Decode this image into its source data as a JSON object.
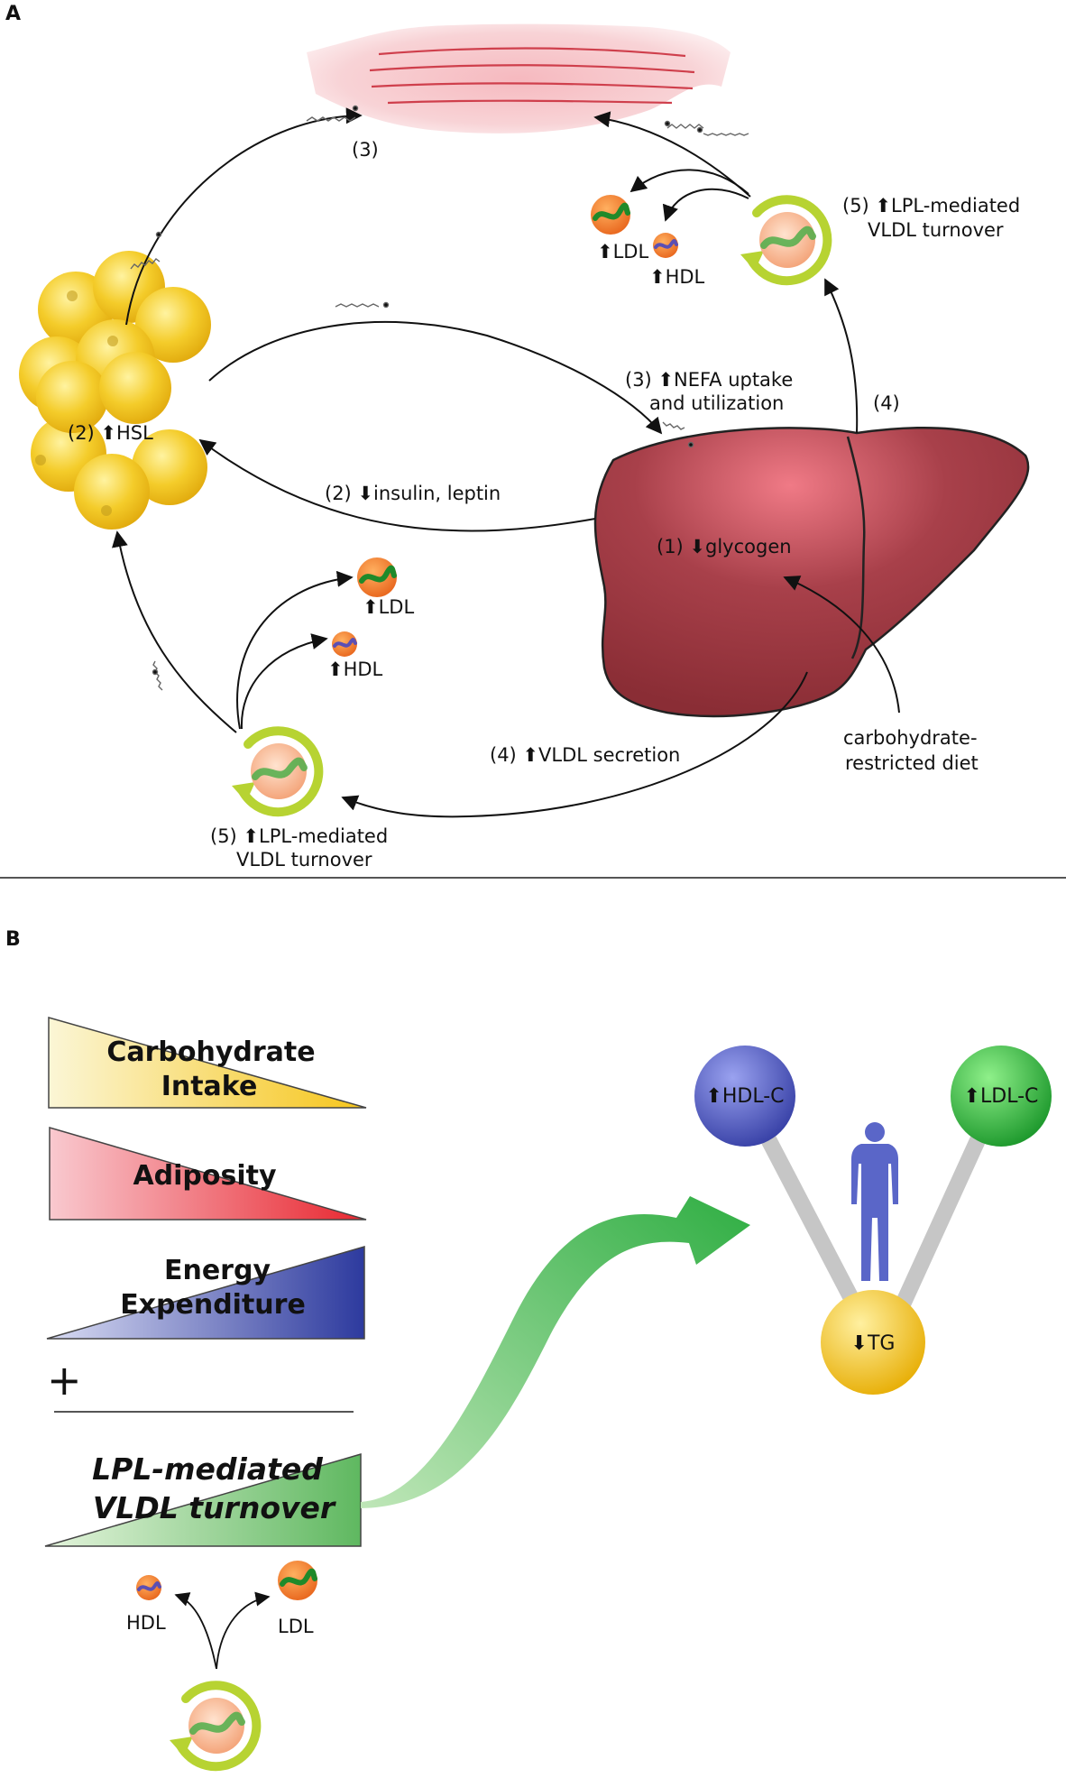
{
  "panel_a": {
    "letter": "A",
    "muscle_step": "(3)",
    "hsl": "(2) ⬆HSL",
    "nefa_line1": "(3) ⬆NEFA uptake",
    "nefa_line2": "and utilization",
    "liver_step4": "(4)",
    "insulin": "(2) ⬇insulin, leptin",
    "glycogen": "(1) ⬇glycogen",
    "diet_line1": "carbohydrate-",
    "diet_line2": "restricted diet",
    "vldl_secretion": "(4) ⬆VLDL secretion",
    "lpl_top_line1": "(5) ⬆LPL-mediated",
    "lpl_top_line2": "VLDL turnover",
    "lpl_bottom_line1": "(5) ⬆LPL-mediated",
    "lpl_bottom_line2": "VLDL turnover",
    "ldl_top": "⬆LDL",
    "hdl_top": "⬆HDL",
    "ldl_bottom": "⬆LDL",
    "hdl_bottom": "⬆HDL"
  },
  "panel_b": {
    "letter": "B",
    "carb_line1": "Carbohydrate",
    "carb_line2": "Intake",
    "adiposity": "Adiposity",
    "energy_line1": "Energy",
    "energy_line2": "Expenditure",
    "plus": "+",
    "lpl_line1": "LPL-mediated",
    "lpl_line2": "VLDL turnover",
    "hdl": "HDL",
    "ldl": "LDL",
    "hdl_c": "⬆HDL-C",
    "ldl_c": "⬆LDL-C",
    "tg": "⬇TG"
  },
  "colors": {
    "liver": "#8f3138",
    "fat": "#f2c21a",
    "lpl_ring": "#b7d332",
    "particle": "#ee7a2a",
    "hdl_c_sphere": "#4f57b8",
    "ldl_c_sphere": "#2eaa3c",
    "tg_sphere": "#f4c214",
    "arrow_green": "#35b24a"
  }
}
